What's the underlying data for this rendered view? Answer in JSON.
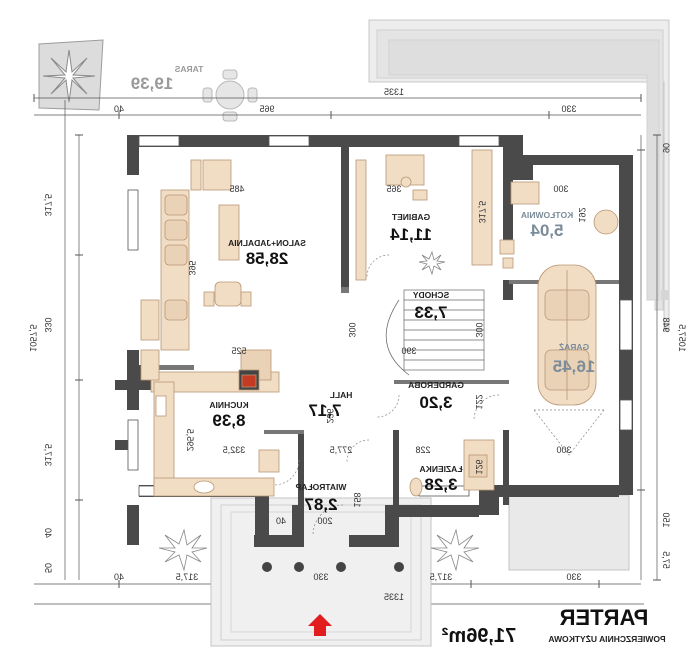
{
  "title": {
    "floor": "PARTER",
    "subtitle": "POWIERZCHNIA UŻYTKOWA",
    "total_area": "71,96m²"
  },
  "rooms": {
    "taras": {
      "name": "TARAS",
      "area": "19,39"
    },
    "salon": {
      "name": "SALON+JADALNIA",
      "area": "28,58"
    },
    "gabinet": {
      "name": "GABINET",
      "area": "11,14"
    },
    "kotlownia": {
      "name": "KOTŁOWNIA",
      "area": "5,04"
    },
    "schody": {
      "name": "SCHODY",
      "area": "7,33"
    },
    "garaz": {
      "name": "GARAŻ",
      "area": "16,45"
    },
    "garderoba": {
      "name": "GARDEROBA",
      "area": "3,20"
    },
    "hall": {
      "name": "HALL",
      "area": "7,17"
    },
    "kuchnia": {
      "name": "KUCHNIA",
      "area": "8,39"
    },
    "lazienka": {
      "name": "ŁAZIENKA",
      "area": "3,28"
    },
    "wiatrolap": {
      "name": "WIATROŁAP",
      "area": "2,87"
    }
  },
  "dimensions": {
    "top_total": "1335",
    "top_left": "40",
    "top_mid": "965",
    "top_right": "330",
    "bottom_total": "1335",
    "bottom_left": "40",
    "bottom_a": "317,5",
    "bottom_b": "330",
    "bottom_c": "317,5",
    "bottom_d": "330",
    "left_a": "317,5",
    "left_b": "330",
    "left_c": "317,5",
    "left_d": "40",
    "left_e": "50",
    "left_total": "1057,5",
    "right_a": "90",
    "right_b": "948",
    "right_c": "150",
    "right_d": "57,5",
    "right_total": "1057,5",
    "i485": "485",
    "i365": "365",
    "i300k": "300",
    "i192": "192",
    "i317g": "317,5",
    "i395": "395",
    "i300h": "300",
    "i525": "525",
    "i300s": "300",
    "i390": "390",
    "i295": "295,5",
    "i332": "332,5",
    "i277": "277,5",
    "i300g": "300",
    "i228": "228",
    "i200": "200",
    "i40w": "40",
    "i158": "158",
    "i236": "236",
    "i122": "122",
    "i126": "126"
  },
  "colors": {
    "wall": "#4a4a4a",
    "furniture": "#f1dcc4",
    "furniture_stroke": "#b99774",
    "terrace": "#e6e6e6",
    "entry_arrow": "#e11d1d"
  }
}
